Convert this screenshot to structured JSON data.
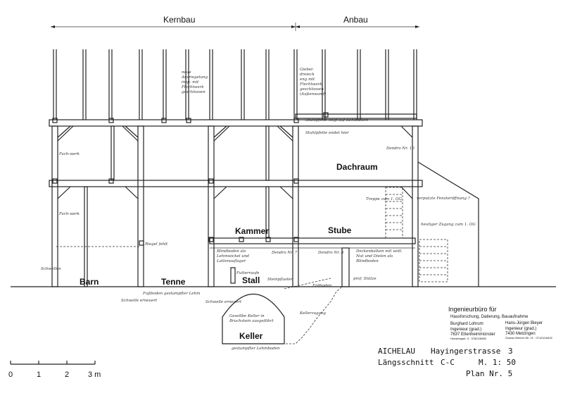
{
  "sections": {
    "kernbau": "Kernbau",
    "anbau": "Anbau"
  },
  "rooms": {
    "barn": "Barn",
    "tenne": "Tenne",
    "stall": "Stall",
    "kammer": "Kammer",
    "stube": "Stube",
    "dachraum": "Dachraum",
    "keller": "Keller"
  },
  "notes": {
    "riegel_fehlt": "Riegel fehlt",
    "fussboden": "Fußboden  gestampfter Lehm",
    "schwelle_1": "Schwelle erneuert",
    "schwelle_2": "Schwelle erneuert",
    "blindboden": "Blindboden als Lehmwickel und Lattenauflager",
    "dendro7": "Dendro Nr. 7",
    "dendro8": "Dendro Nr. 8",
    "dendro10": "Dendro Nr. 10",
    "futterraufe": "Futterraufe",
    "steinpflaster": "Steinpflaster",
    "deckenbalken": "Deckenbalken mit seitl. Nut und Dielen als Blindboden",
    "erdboden": "Erdboden",
    "stuetze": "prof. Stütze",
    "gewoelbe": "Gewölbe Keller in Bruchstein ausgeführt",
    "lehmboden": "gestampfter Lehmboden",
    "kellerzugang": "Kellerzugang",
    "schwellen": "Schwellen",
    "fachwerk_1": "Fach-werk",
    "fachwerk_2": "Fach-werk",
    "ausriegelung": "neue Ausriegelung insp. mit Flechtwerk geschlossen",
    "giebel": "Giebel-dreieck eng mit Flechtwerk geschlossen (Außenwand)",
    "stuhlpfette_liegt": "Stuhlpfette liegt auf Kehlbalken",
    "stuhlpfette_endet": "Stuhlpfette endet hier",
    "treppe": "Treppe zum 1. OG",
    "verputzte": "verputzte Fensteröffnung ?",
    "heutiger": "heutiger Zugang zum 1. OG"
  },
  "firm": {
    "title": "Ingenieurbüro für",
    "subtitle": "Hausforschung, Datierung, Bauaufnahme",
    "person1": "Burghard Lohrum",
    "person1_title": "Ingenieur (grad.)",
    "person1_city": "7637 Ettenheimmünster",
    "person1_addr": "Hunsbergstr. 3 · 07822/5058",
    "person2": "Hans-Jürgen Bleyer",
    "person2_title": "Ingenieur (grad.)",
    "person2_city": "7430 Metzingen",
    "person2_addr": "Gustav-Werner-Str. 21 · 07123/16432"
  },
  "title_block": {
    "place": "AICHELAU",
    "street": "Hayingerstrasse",
    "number": "3",
    "section": "Längsschnitt",
    "section_id": "C-C",
    "scale": "M. 1: 50",
    "plan": "Plan Nr. 5"
  },
  "scale_bar": {
    "labels": [
      "0",
      "1",
      "2",
      "3 m"
    ]
  }
}
